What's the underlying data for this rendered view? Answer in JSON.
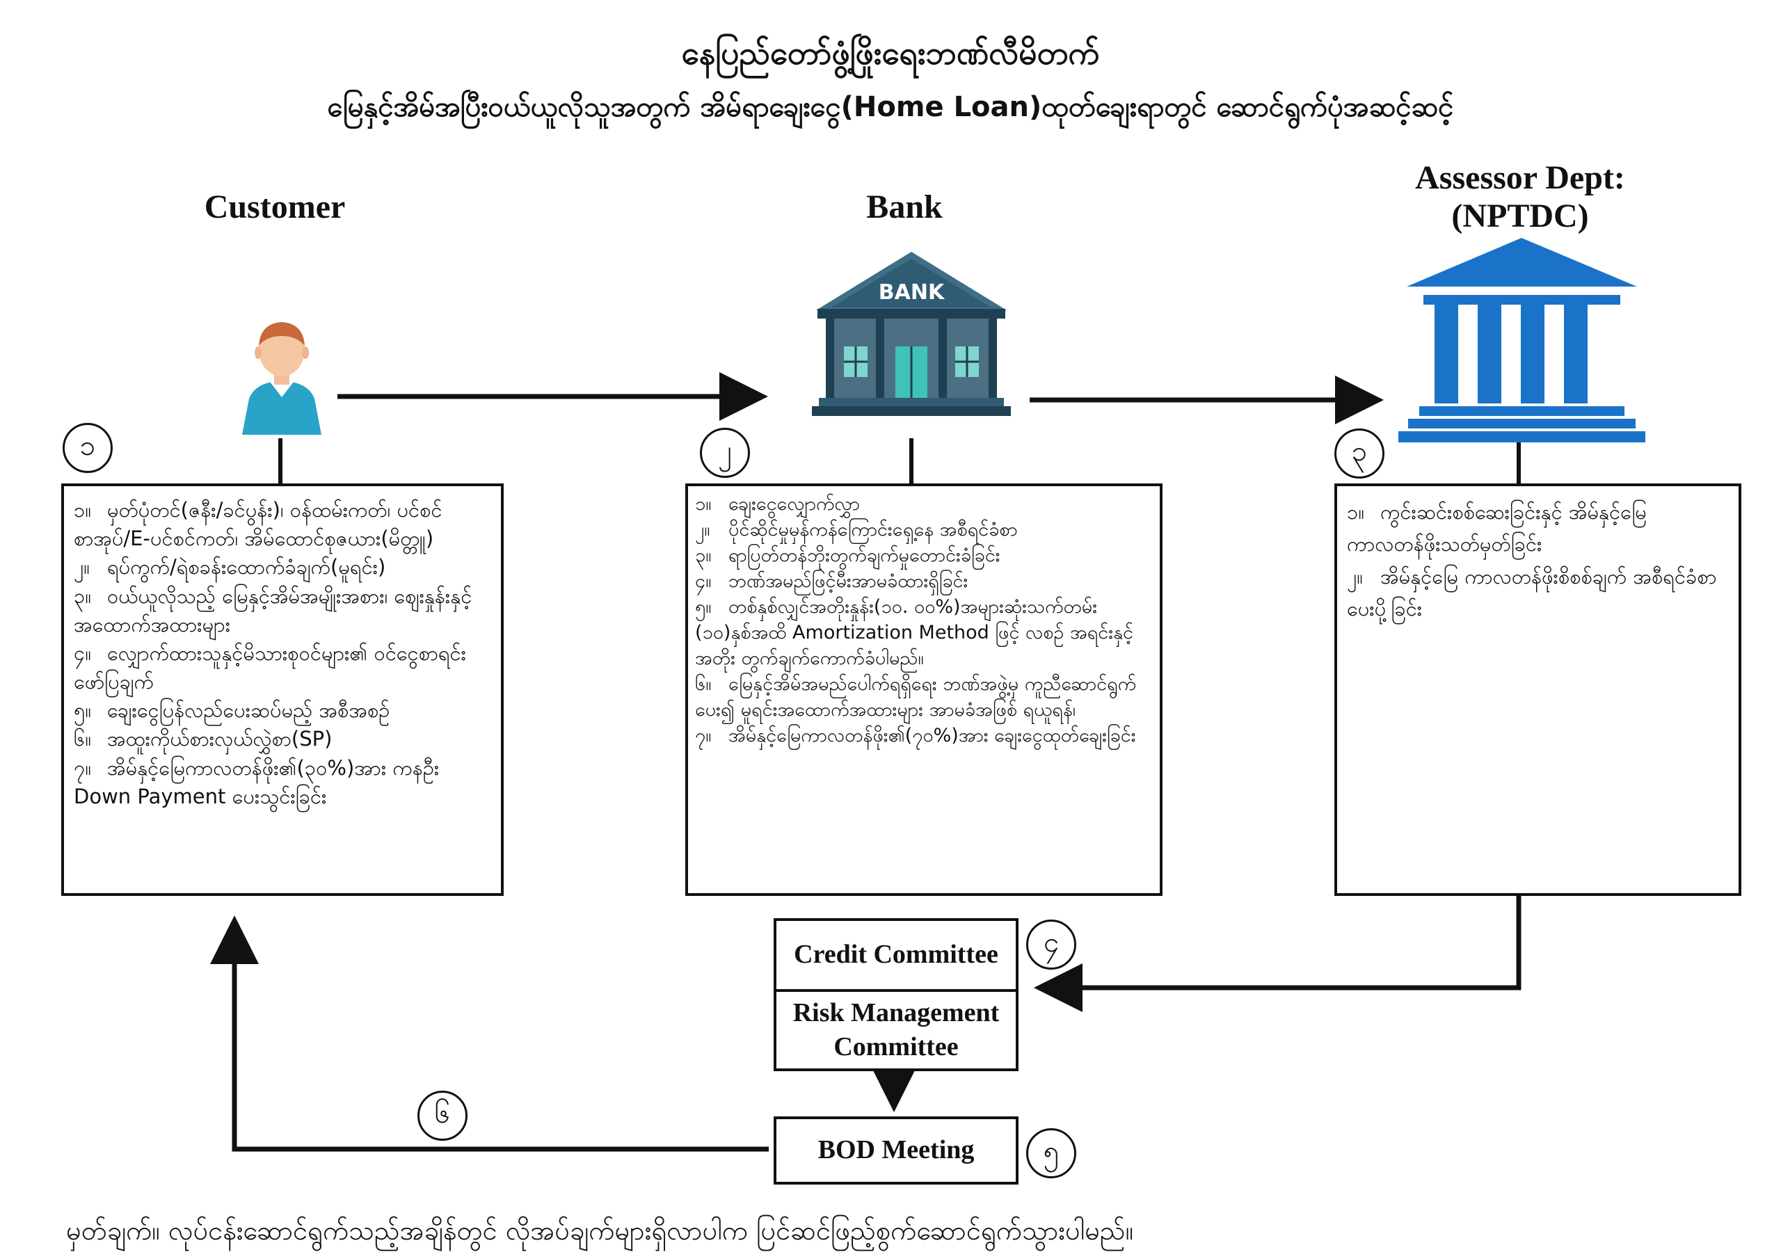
{
  "title_line1": "နေပြည်တော်ဖွံ့ဖြိုးရေးဘဏ်လီမိတက်",
  "title_line2": "မြေနှင့်အိမ်အပြီးဝယ်ယူလိုသူအတွက် အိမ်ရာချေးငွေ(Home Loan)ထုတ်ချေးရာတွင် ဆောင်ရွက်ပုံအဆင့်ဆင့်",
  "columns": {
    "customer": "Customer",
    "bank": "Bank",
    "assessor_line1": "Assessor Dept:",
    "assessor_line2": "(NPTDC)"
  },
  "bank_sign": "BANK",
  "step_numbers": {
    "s1": "၁",
    "s2": "၂",
    "s3": "၃",
    "s4": "၄",
    "s5": "၅",
    "s6": "၆"
  },
  "customer_items": [
    {
      "n": "၁။",
      "text": "မှတ်ပုံတင်(ဇနီး/ခင်ပွန်း)၊ ဝန်ထမ်းကတ်၊ ပင်စင်စာအုပ်/E-ပင်စင်ကတ်၊ အိမ်ထောင်စုဇယား(မိတ္တူ)"
    },
    {
      "n": "၂။",
      "text": "ရပ်ကွက်/ရဲစခန်းထောက်ခံချက်(မူရင်း)"
    },
    {
      "n": "၃။",
      "text": "ဝယ်ယူလိုသည့် မြေနှင့်အိမ်အမျိုးအစား၊ ဈေးနှုန်းနှင့် အထောက်အထားများ"
    },
    {
      "n": "၄။",
      "text": "လျှောက်ထားသူနှင့်မိသားစုဝင်များ၏ ဝင်ငွေစာရင်း ဖော်ပြချက်"
    },
    {
      "n": "၅။",
      "text": "ချေးငွေပြန်လည်ပေးဆပ်မည့် အစီအစဉ်"
    },
    {
      "n": "၆။",
      "text": "အထူးကိုယ်စားလှယ်လွှဲစာ(SP)"
    },
    {
      "n": "၇။",
      "text": "အိမ်နှင့်မြေကာလတန်ဖိုး၏(၃၀%)အား ကနဦး Down Payment ပေးသွင်းခြင်း"
    }
  ],
  "bank_items": [
    {
      "n": "၁။",
      "text": "ချေးငွေလျှောက်လွှာ"
    },
    {
      "n": "၂။",
      "text": "ပိုင်ဆိုင်မှုမှန်ကန်ကြောင်းရှေ့နေ အစီရင်ခံစာ"
    },
    {
      "n": "၃။",
      "text": "ရာပြတ်တန်ဘိုးတွက်ချက်မှုတောင်းခံခြင်း"
    },
    {
      "n": "၄။",
      "text": "ဘဏ်အမည်ဖြင့်မီးအာမခံထားရှိခြင်း"
    },
    {
      "n": "၅။",
      "text": "တစ်နှစ်လျှင်အတိုးနှုန်း(၁၀. ၀၀%)အများဆုံးသက်တမ်း (၁၀)နှစ်အထိ Amortization Method ဖြင့် လစဉ် အရင်းနှင့်အတိုး တွက်ချက်ကောက်ခံပါမည်။"
    },
    {
      "n": "၆။",
      "text": "မြေနှင့်အိမ်အမည်ပေါက်ရရှိရေး ဘဏ်အဖွဲ့မှ ကူညီဆောင်ရွက်ပေး၍ မူရင်းအထောက်အထားများ အာမခံအဖြစ် ရယူရန်၊"
    },
    {
      "n": "၇။",
      "text": "အိမ်နှင့်မြေကာလတန်ဖိုး၏(၇၀%)အား ချေးငွေထုတ်ချေးခြင်း"
    }
  ],
  "assessor_items": [
    {
      "n": "၁။",
      "text": "ကွင်းဆင်းစစ်ဆေးခြင်းနှင့် အိမ်နှင့်မြေ ကာလတန်ဖိုးသတ်မှတ်ခြင်း"
    },
    {
      "n": "၂။",
      "text": "အိမ်နှင့်မြေ ကာလတန်ဖိုးစိစစ်ချက် အစီရင်ခံစာပေးပို့ခြင်း"
    }
  ],
  "committees": {
    "credit": "Credit Committee",
    "risk": "Risk Management Committee",
    "bod": "BOD  Meeting"
  },
  "note": "မှတ်ချက်။    လုပ်ငန်းဆောင်ရွက်သည့်အချိန်တွင် လိုအပ်ချက်များရှိလာပါက ပြင်ဆင်ဖြည့်စွက်ဆောင်ရွက်သွားပါမည်။"
}
